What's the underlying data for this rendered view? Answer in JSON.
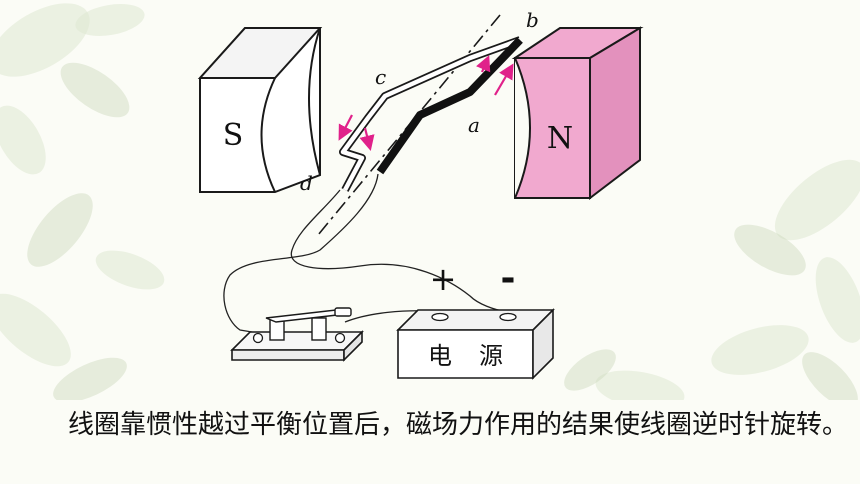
{
  "magnets": {
    "south_label": "S",
    "north_label": "N",
    "north_color": "#f1a9cf"
  },
  "coil_labels": {
    "a": "a",
    "b": "b",
    "c": "c",
    "d": "d"
  },
  "battery": {
    "label_left": "电",
    "label_right": "源",
    "plus": "+",
    "minus": "-"
  },
  "colors": {
    "arrow": "#e0218a"
  },
  "caption": "线圈靠惯性越过平衡位置后，磁场力作用的结果使线圈逆时针旋转。"
}
